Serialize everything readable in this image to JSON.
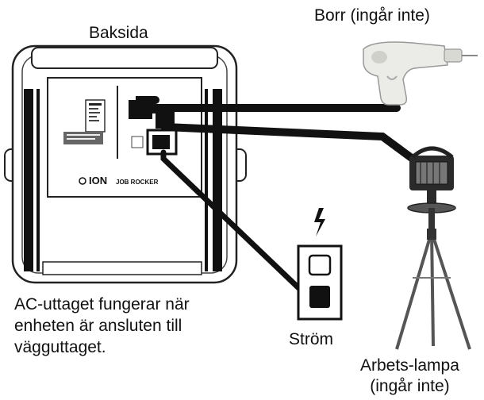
{
  "labels": {
    "back_side": "Baksida",
    "drill": "Borr (ingår inte)",
    "ac_note": [
      "AC-uttaget fungerar när",
      "enheten är ansluten till",
      "vägguttaget."
    ],
    "power": "Ström",
    "work_lamp": [
      "Arbets-lampa",
      "(ingår inte)"
    ]
  },
  "device_text": {
    "brand": "ION",
    "model": "JOB ROCKER"
  },
  "colors": {
    "ink": "#111111",
    "device_body": "#ffffff",
    "device_outline": "#222222",
    "drill_body": "#e9e9e6",
    "drill_shade": "#b8b8b2",
    "lamp_dark": "#2a2a2a"
  },
  "icons": {
    "power_symbol": "lightning-bolt-icon"
  }
}
